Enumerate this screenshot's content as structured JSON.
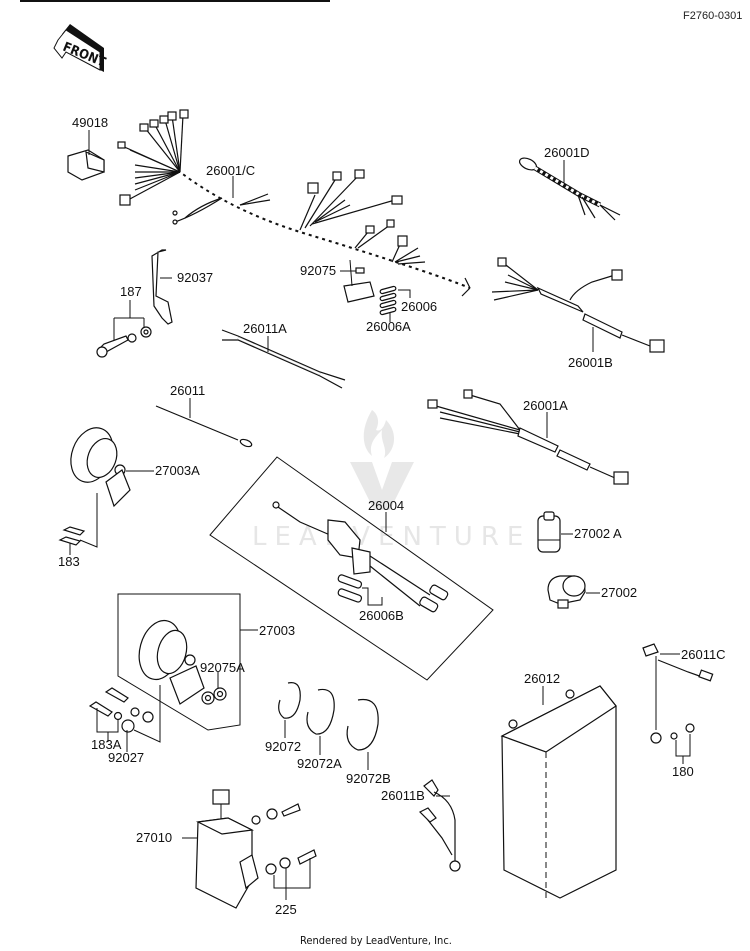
{
  "diagram": {
    "reference_code": "F2760-0301",
    "front_indicator": "FRONT",
    "watermark": "LEADVENTURE",
    "footer": "Rendered by LeadVenture, Inc.",
    "callouts": [
      {
        "id": "49018",
        "label": "49018"
      },
      {
        "id": "26001C",
        "label": "26001/C"
      },
      {
        "id": "26001D",
        "label": "26001D"
      },
      {
        "id": "92037",
        "label": "92037"
      },
      {
        "id": "187",
        "label": "187"
      },
      {
        "id": "92075",
        "label": "92075"
      },
      {
        "id": "26006",
        "label": "26006"
      },
      {
        "id": "26006A",
        "label": "26006A"
      },
      {
        "id": "26011A",
        "label": "26011A"
      },
      {
        "id": "26001B",
        "label": "26001B"
      },
      {
        "id": "26011",
        "label": "26011"
      },
      {
        "id": "26001A",
        "label": "26001A"
      },
      {
        "id": "27003A",
        "label": "27003A"
      },
      {
        "id": "26004",
        "label": "26004"
      },
      {
        "id": "183",
        "label": "183"
      },
      {
        "id": "27002A",
        "label": "27002 A"
      },
      {
        "id": "26006B",
        "label": "26006B"
      },
      {
        "id": "27002",
        "label": "27002"
      },
      {
        "id": "27003",
        "label": "27003"
      },
      {
        "id": "26011C",
        "label": "26011C"
      },
      {
        "id": "92075A",
        "label": "92075A"
      },
      {
        "id": "26012",
        "label": "26012"
      },
      {
        "id": "183A",
        "label": "183A"
      },
      {
        "id": "92027",
        "label": "92027"
      },
      {
        "id": "92072",
        "label": "92072"
      },
      {
        "id": "92072A",
        "label": "92072A"
      },
      {
        "id": "92072B",
        "label": "92072B"
      },
      {
        "id": "180",
        "label": "180"
      },
      {
        "id": "26011B",
        "label": "26011B"
      },
      {
        "id": "27010",
        "label": "27010"
      },
      {
        "id": "225",
        "label": "225"
      }
    ]
  }
}
